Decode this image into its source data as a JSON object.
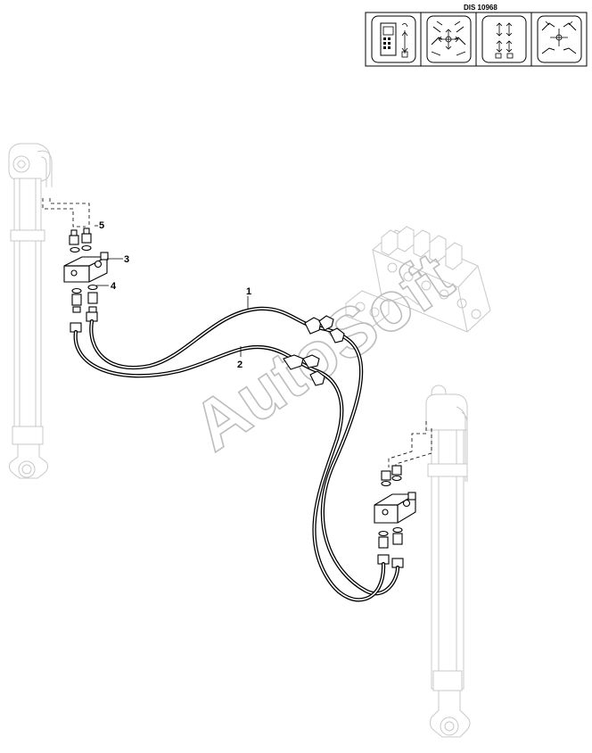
{
  "diagram_code": "DIS 10968",
  "watermark": "AutoSoft",
  "callouts": [
    {
      "id": "label-1",
      "text": "1"
    },
    {
      "id": "label-2",
      "text": "2"
    },
    {
      "id": "label-3",
      "text": "3"
    },
    {
      "id": "label-4",
      "text": "4"
    },
    {
      "id": "label-5",
      "text": "5"
    }
  ],
  "icons": [
    "control-panel-icon",
    "crane-movement-icon",
    "arrows-movement-icon",
    "arm-position-icon"
  ]
}
